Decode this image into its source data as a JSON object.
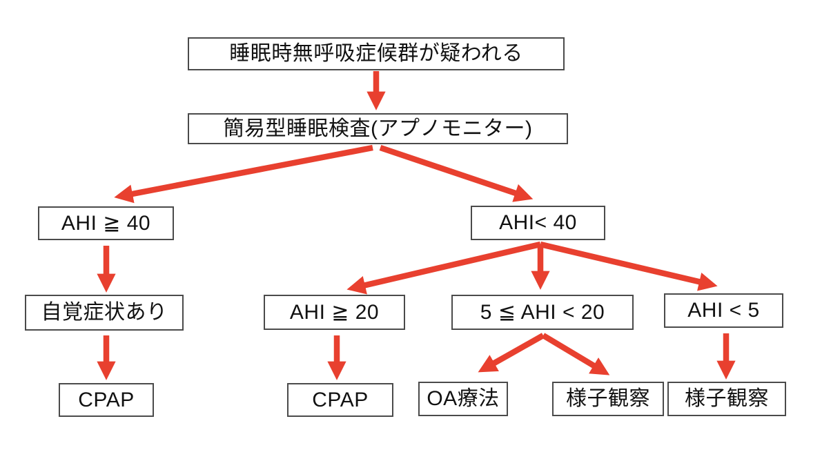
{
  "diagram": {
    "type": "flowchart",
    "language": "ja",
    "background_color": "#ffffff",
    "arrow_color": "#e8402f",
    "box_border_color": "#4a4a4a",
    "text_color": "#111111",
    "nodes": [
      {
        "id": "suspected",
        "label": "睡眠時無呼吸症候群が疑われる"
      },
      {
        "id": "screening",
        "label": "簡易型睡眠検査(アプノモニター)"
      },
      {
        "id": "ahi-ge-40",
        "label": "AHI ≧ 40"
      },
      {
        "id": "ahi-lt-40",
        "label": "AHI< 40"
      },
      {
        "id": "symptoms",
        "label": "自覚症状あり"
      },
      {
        "id": "ahi-ge-20",
        "label": "AHI ≧ 20"
      },
      {
        "id": "ahi-5-20",
        "label": "5 ≦ AHI < 20"
      },
      {
        "id": "ahi-lt-5",
        "label": "AHI < 5"
      },
      {
        "id": "cpap-left",
        "label": "CPAP"
      },
      {
        "id": "cpap-mid",
        "label": "CPAP"
      },
      {
        "id": "oa-therapy",
        "label": "OA療法"
      },
      {
        "id": "obs-mid",
        "label": "様子観察"
      },
      {
        "id": "obs-right",
        "label": "様子観察"
      }
    ],
    "edges": [
      {
        "from": "suspected",
        "to": "screening"
      },
      {
        "from": "screening",
        "to": "ahi-ge-40"
      },
      {
        "from": "screening",
        "to": "ahi-lt-40"
      },
      {
        "from": "ahi-ge-40",
        "to": "symptoms"
      },
      {
        "from": "symptoms",
        "to": "cpap-left"
      },
      {
        "from": "ahi-lt-40",
        "to": "ahi-ge-20"
      },
      {
        "from": "ahi-lt-40",
        "to": "ahi-5-20"
      },
      {
        "from": "ahi-lt-40",
        "to": "ahi-lt-5"
      },
      {
        "from": "ahi-ge-20",
        "to": "cpap-mid"
      },
      {
        "from": "ahi-5-20",
        "to": "oa-therapy"
      },
      {
        "from": "ahi-5-20",
        "to": "obs-mid"
      },
      {
        "from": "ahi-lt-5",
        "to": "obs-right"
      }
    ]
  }
}
